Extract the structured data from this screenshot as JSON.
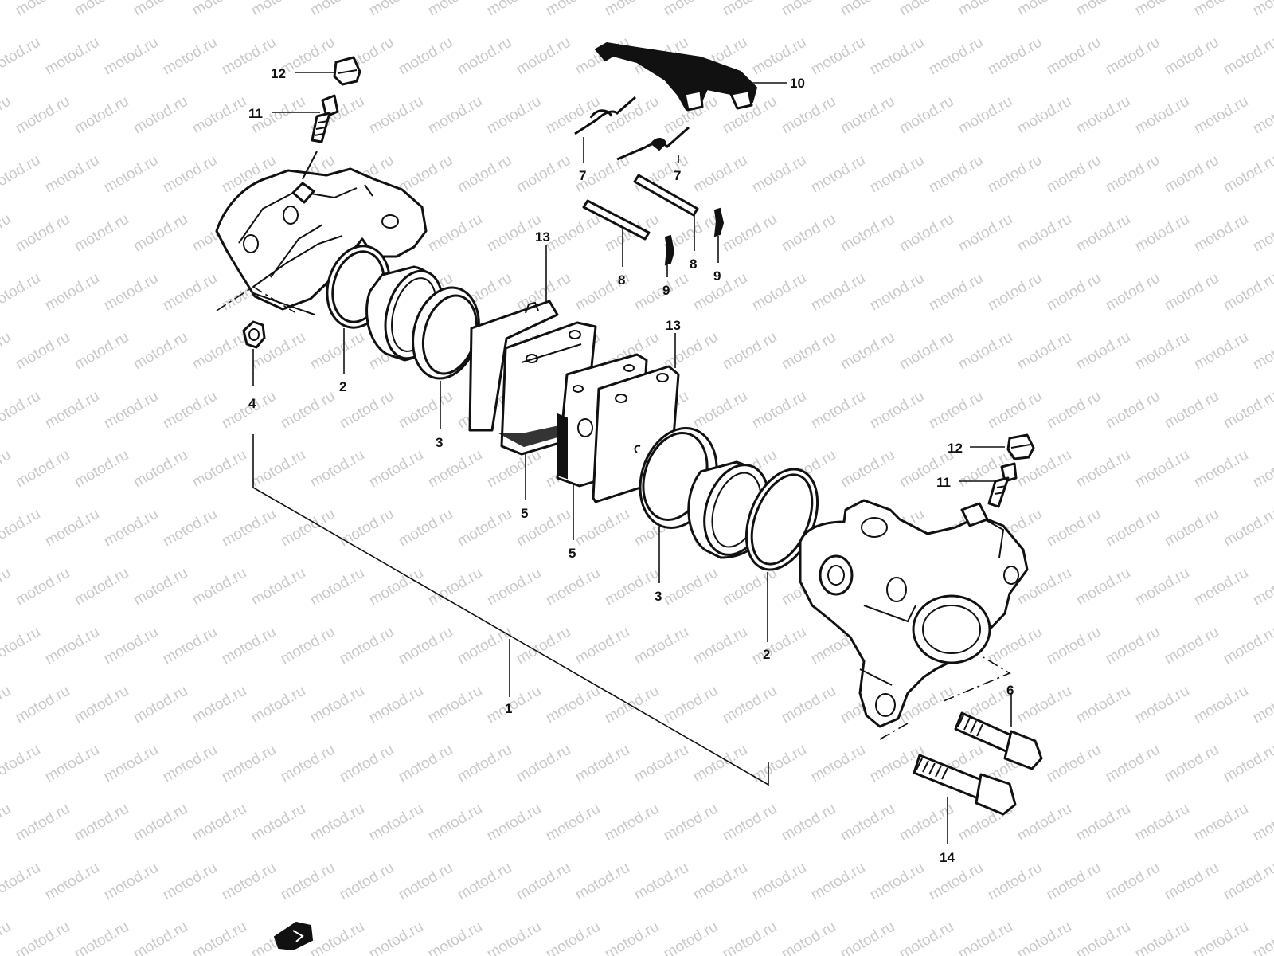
{
  "watermark": {
    "text": "motod.ru",
    "color": "#c9c9c9"
  },
  "labels": [
    {
      "id": "12-left",
      "text": "12"
    },
    {
      "id": "11-left",
      "text": "11"
    },
    {
      "id": "10",
      "text": "10"
    },
    {
      "id": "7-left",
      "text": "7"
    },
    {
      "id": "7-right",
      "text": "7"
    },
    {
      "id": "8-left",
      "text": "8"
    },
    {
      "id": "8-right",
      "text": "8"
    },
    {
      "id": "9-left",
      "text": "9"
    },
    {
      "id": "9-right",
      "text": "9"
    },
    {
      "id": "13-top",
      "text": "13"
    },
    {
      "id": "13-mid",
      "text": "13"
    },
    {
      "id": "4",
      "text": "4"
    },
    {
      "id": "2-left",
      "text": "2"
    },
    {
      "id": "3-left",
      "text": "3"
    },
    {
      "id": "5-left",
      "text": "5"
    },
    {
      "id": "5-right",
      "text": "5"
    },
    {
      "id": "3-right",
      "text": "3"
    },
    {
      "id": "2-right",
      "text": "2"
    },
    {
      "id": "12-right",
      "text": "12"
    },
    {
      "id": "11-right",
      "text": "11"
    },
    {
      "id": "6",
      "text": "6"
    },
    {
      "id": "14",
      "text": "14"
    },
    {
      "id": "1",
      "text": "1"
    }
  ]
}
